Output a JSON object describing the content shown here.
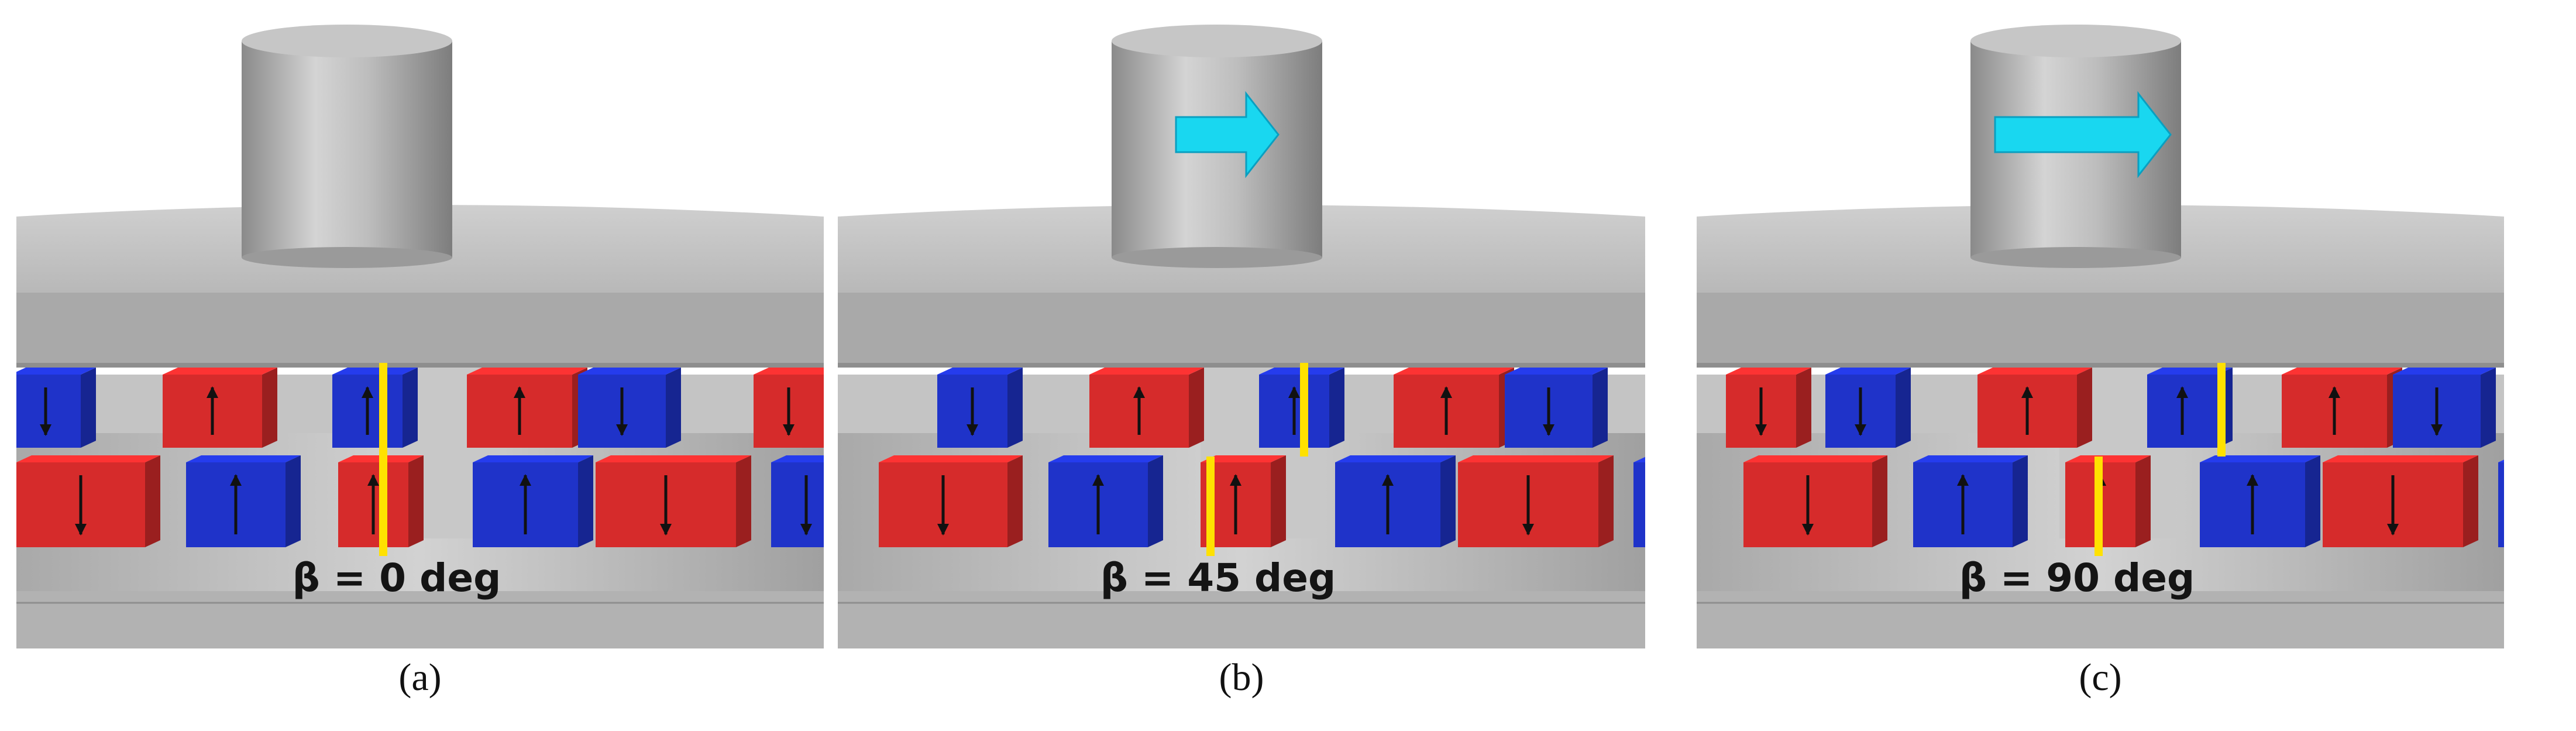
{
  "colors": {
    "magnet_red": "#d62b2b",
    "magnet_blue": "#1f33c9",
    "marker_yellow": "#ffe100",
    "motion_arrow": "#19d7f0",
    "steel_gray": "#b9b9b9"
  },
  "panels": [
    {
      "caption": "(a)",
      "beta_label": "β = 0 deg",
      "beta_deg": 0,
      "shows_motion_arrow": false
    },
    {
      "caption": "(b)",
      "beta_label": "β = 45 deg",
      "beta_deg": 45,
      "shows_motion_arrow": true
    },
    {
      "caption": "(c)",
      "beta_label": "β = 90 deg",
      "beta_deg": 90,
      "shows_motion_arrow": true
    }
  ],
  "icons": {
    "motion_arrow": "arrow-right-icon",
    "magnetization_arrow": "arrow-up-down-icon"
  }
}
